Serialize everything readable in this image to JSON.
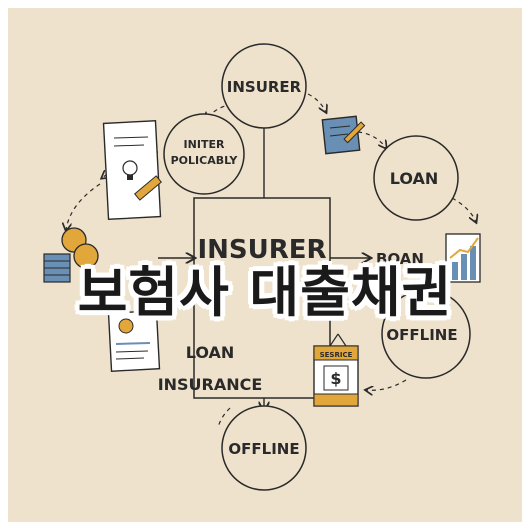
{
  "title_overlay": "보험사 대출채권",
  "center_box": {
    "label": "INSURER"
  },
  "nodes": {
    "insurer_top": "INSURER",
    "inter_policably": [
      "INITER",
      "POLICABLY"
    ],
    "loan_right": "LOAN",
    "boan": "BOAN",
    "offline_right": "OFFLINE",
    "loan_insurance": [
      "LOAN",
      "INSURANCE"
    ],
    "offline_bottom": "OFFLINE"
  },
  "shop_sign": "SESRICE",
  "shop_symbol": "$",
  "colors": {
    "background": "#efe2cc",
    "ink": "#2a2a2a",
    "gold": "#e2a73a",
    "blue": "#6a8fb5"
  }
}
